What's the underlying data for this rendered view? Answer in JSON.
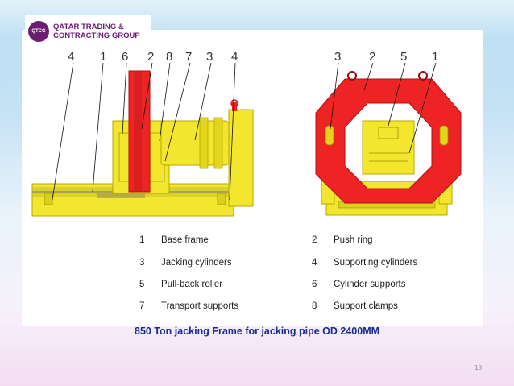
{
  "logo": {
    "emblem_text": "QTCG",
    "line1": "QATAR TRADING &",
    "line2": "CONTRACTING GROUP"
  },
  "left_callouts": [
    "4",
    "1",
    "6",
    "2",
    "8",
    "7",
    "3",
    "4"
  ],
  "right_callouts": [
    "3",
    "2",
    "5",
    "1"
  ],
  "legend": [
    {
      "number": "1",
      "label": "Base frame"
    },
    {
      "number": "2",
      "label": "Push ring"
    },
    {
      "number": "3",
      "label": "Jacking cylinders"
    },
    {
      "number": "4",
      "label": "Supporting cylinders"
    },
    {
      "number": "5",
      "label": "Pull-back roller"
    },
    {
      "number": "6",
      "label": "Cylinder supports"
    },
    {
      "number": "7",
      "label": "Transport supports"
    },
    {
      "number": "8",
      "label": "Support clamps"
    }
  ],
  "caption": "850 Ton jacking Frame for jacking pipe OD 2400MM",
  "page_number": "18",
  "colors": {
    "machine_yellow": "#f3e62e",
    "push_ring_red": "#ee2424",
    "caption_blue": "#1a2c8c",
    "brand_purple": "#6b1d72"
  }
}
